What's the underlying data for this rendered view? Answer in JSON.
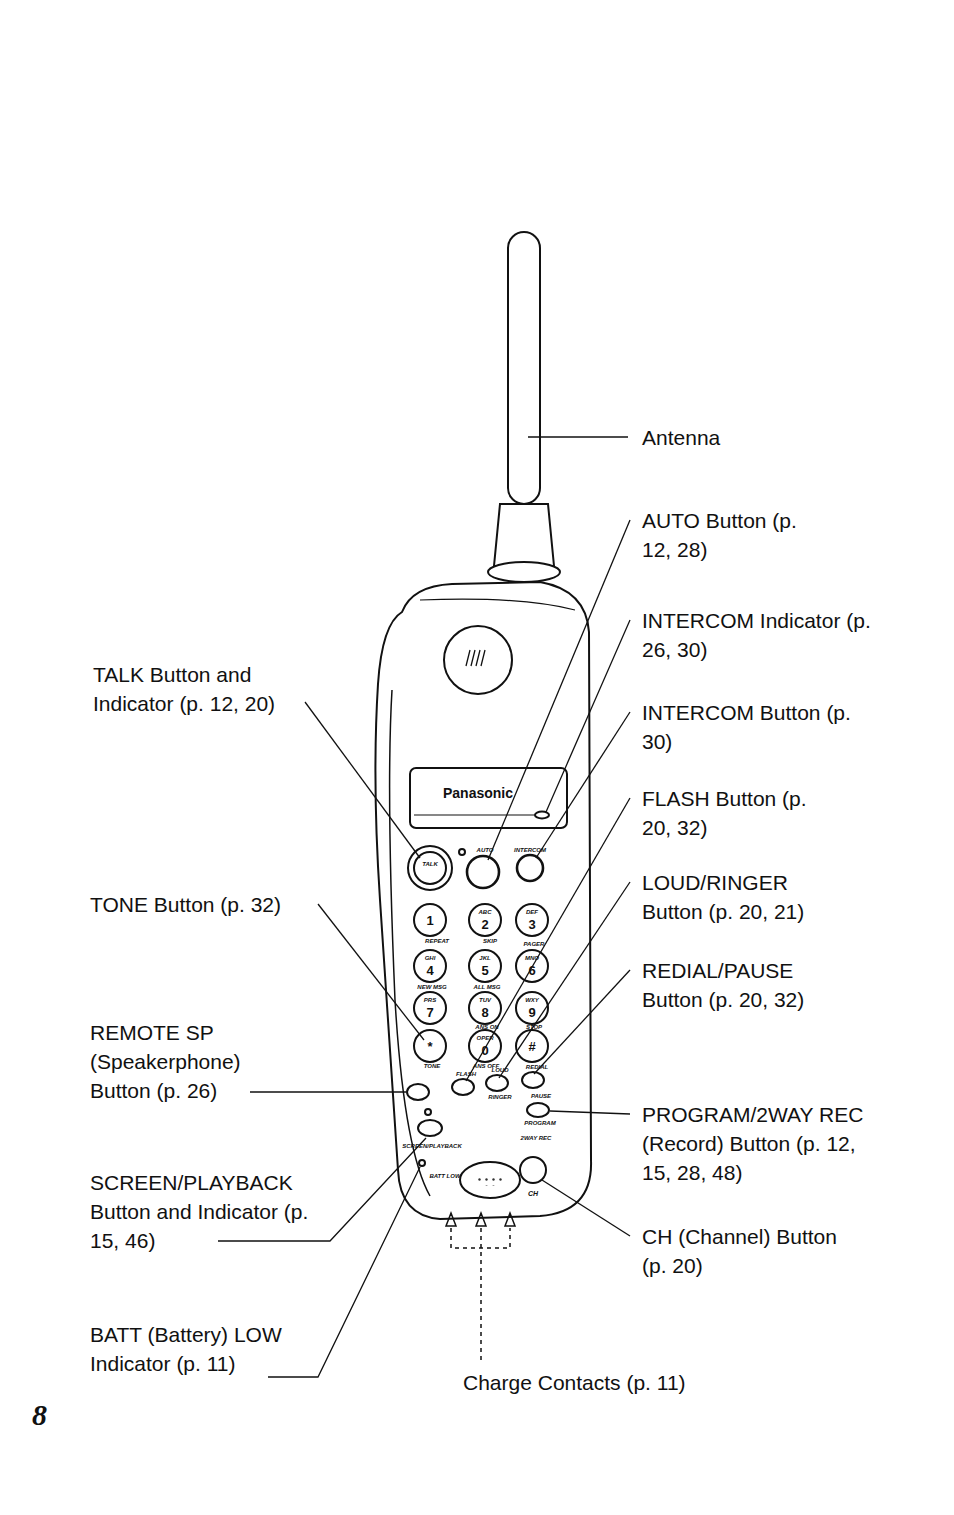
{
  "diagram": {
    "labels": [
      "Antenna",
      "AUTO Button (p. 12, 28)",
      "INTERCOM Indicator (p. 26, 30)",
      "INTERCOM Button (p. 30)",
      "FLASH Button (p. 20, 32)",
      "LOUD/RINGER Button (p. 20, 21)",
      "REDIAL/PAUSE Button (p. 20, 32)",
      "PROGRAM/2WAY REC (Record) Button (p. 12, 15, 28, 48)",
      "CH (Channel) Button (p. 20)",
      "Charge Contacts (p. 11)",
      "BATT (Battery) LOW Indicator (p. 11)",
      "SCREEN/PLAYBACK Button and Indicator (p. 15, 46)",
      "REMOTE SP (Speakerphone) Button (p. 26)",
      "TONE Button (p. 32)",
      "TALK Button and Indicator (p. 12, 20)",
      "8",
      "Panasonic",
      "1",
      "2",
      "3",
      "4",
      "5",
      "6",
      "7",
      "8",
      "9",
      "*",
      "0",
      "#",
      "ABC",
      "DEF",
      "GHI",
      "JKL",
      "MNO",
      "PRS",
      "TUV",
      "WXY",
      "OPER",
      "TALK",
      "AUTO",
      "INTERCOM",
      "REPEAT",
      "SKIP",
      "PAGER",
      "NEW MSG",
      "ALL MSG",
      "ANS ON",
      "STOP",
      "TONE",
      "ANS OFF",
      "FLASH",
      "LOUD",
      "REDIAL",
      "RINGER",
      "PAUSE",
      "PROGRAM",
      "2WAY REC",
      "SCREEN/PLAYBACK",
      "BATT LOW",
      "CH"
    ]
  }
}
